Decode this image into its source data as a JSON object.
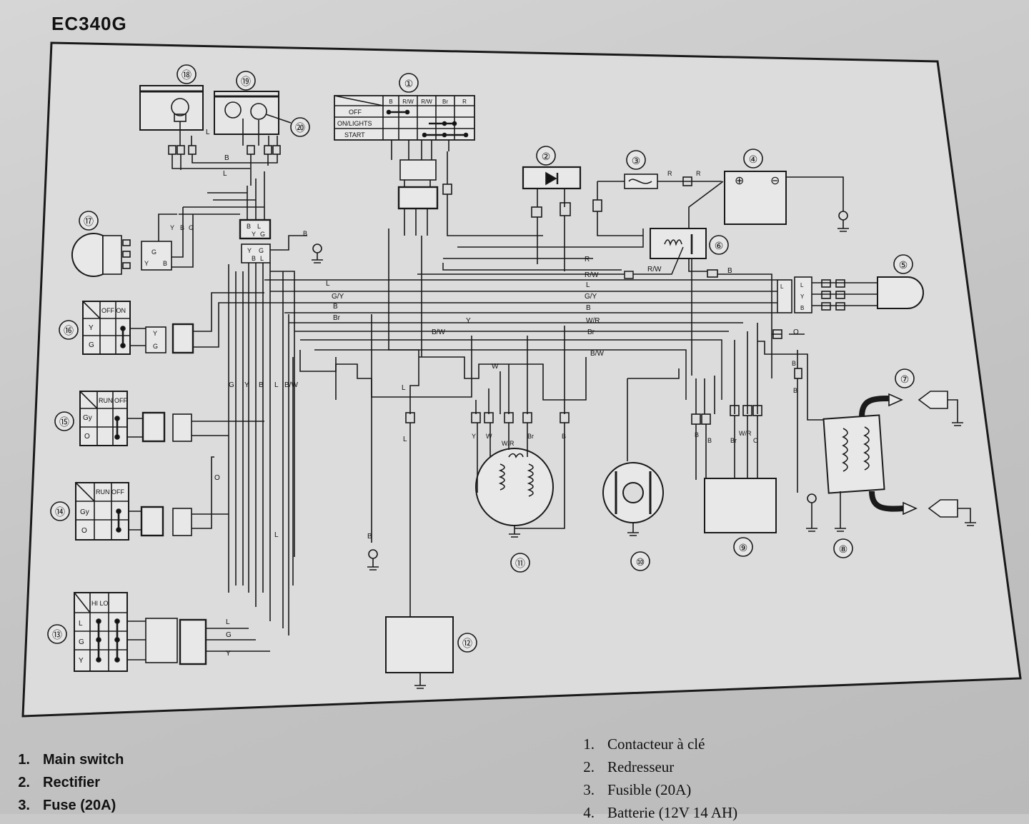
{
  "model": "EC340G",
  "components": [
    {
      "id": "1",
      "label": "①"
    },
    {
      "id": "2",
      "label": "②"
    },
    {
      "id": "3",
      "label": "③"
    },
    {
      "id": "4",
      "label": "④"
    },
    {
      "id": "5",
      "label": "⑤"
    },
    {
      "id": "6",
      "label": "⑥"
    },
    {
      "id": "7",
      "label": "⑦"
    },
    {
      "id": "8",
      "label": "⑧"
    },
    {
      "id": "9",
      "label": "⑨"
    },
    {
      "id": "10",
      "label": "⑩"
    },
    {
      "id": "11",
      "label": "⑪"
    },
    {
      "id": "12",
      "label": "⑫"
    },
    {
      "id": "13",
      "label": "⑬"
    },
    {
      "id": "14",
      "label": "⑭"
    },
    {
      "id": "15",
      "label": "⑮"
    },
    {
      "id": "16",
      "label": "⑯"
    },
    {
      "id": "17",
      "label": "⑰"
    },
    {
      "id": "18",
      "label": "⑱"
    },
    {
      "id": "19",
      "label": "⑲"
    },
    {
      "id": "20",
      "label": "⑳"
    }
  ],
  "main_switch": {
    "columns": [
      "B",
      "R/W",
      "R/W",
      "Br",
      "R"
    ],
    "positions": [
      "OFF",
      "ON/LIGHTS",
      "START"
    ]
  },
  "switch_16": {
    "header": "OFF ON",
    "rows": [
      "Y",
      "G"
    ]
  },
  "switch_15": {
    "header": "RUN OFF",
    "rows": [
      "Gy",
      "O"
    ]
  },
  "switch_14": {
    "header": "RUN OFF",
    "rows": [
      "Gy",
      "O"
    ]
  },
  "switch_13": {
    "header": "HI LO",
    "rows": [
      "L",
      "G",
      "Y"
    ]
  },
  "wire_labels": {
    "l": "L",
    "gy": "G/Y",
    "b": "B",
    "br": "Br",
    "bw": "B/W",
    "y": "Y",
    "w": "W",
    "wr": "W/R",
    "r": "R",
    "rw": "R/W",
    "o": "O",
    "g": "G"
  },
  "legend_en": [
    {
      "num": "1.",
      "text": "Main switch"
    },
    {
      "num": "2.",
      "text": "Rectifier"
    },
    {
      "num": "3.",
      "text": "Fuse (20A)"
    }
  ],
  "legend_fr": [
    {
      "num": "1.",
      "text": "Contacteur à clé"
    },
    {
      "num": "2.",
      "text": "Redresseur"
    },
    {
      "num": "3.",
      "text": "Fusible (20A)"
    },
    {
      "num": "4.",
      "text": "Batterie (12V 14 AH)"
    }
  ]
}
